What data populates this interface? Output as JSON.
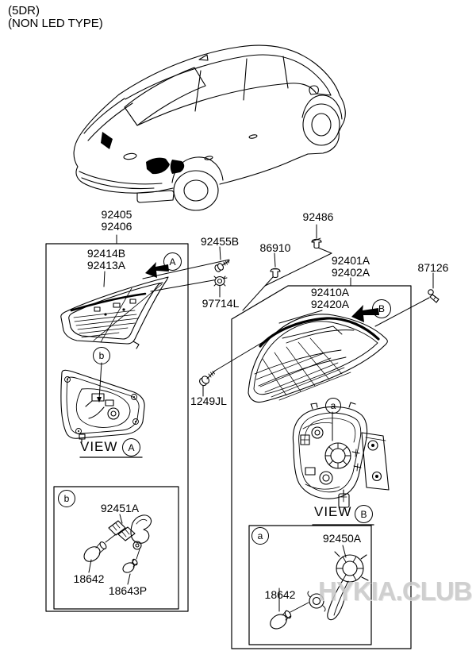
{
  "header": {
    "line1": "(5DR)",
    "line2": "(NON LED TYPE)"
  },
  "labels": {
    "lamp_assembly": {
      "line1": "92405",
      "line2": "92406"
    },
    "inner_lens": {
      "line1": "92414B",
      "line2": "92413A"
    },
    "screw_inner": "92455B",
    "grommet": "97714L",
    "clip_small": "86910",
    "clip_dome": "92486",
    "outer_assembly": {
      "line1": "92401A",
      "line2": "92402A"
    },
    "outer_lens": {
      "line1": "92410A",
      "line2": "92420A"
    },
    "socket_pin": "87126",
    "screw_outer": "1249JL",
    "holder_b": "92451A",
    "bulb_b1": "18642",
    "bulb_b2": "18643P",
    "holder_a": "92450A",
    "bulb_a1": "18642"
  },
  "views": {
    "view_a": {
      "label": "VIEW",
      "ref": "A"
    },
    "view_b": {
      "label": "VIEW",
      "ref": "B"
    }
  },
  "callouts": {
    "A": "A",
    "B": "B",
    "a": "a",
    "b": "b"
  },
  "watermark": "HYKIA.CLUB",
  "colors": {
    "line": "#000000",
    "background": "#ffffff",
    "watermark": "#c7c7c7"
  }
}
